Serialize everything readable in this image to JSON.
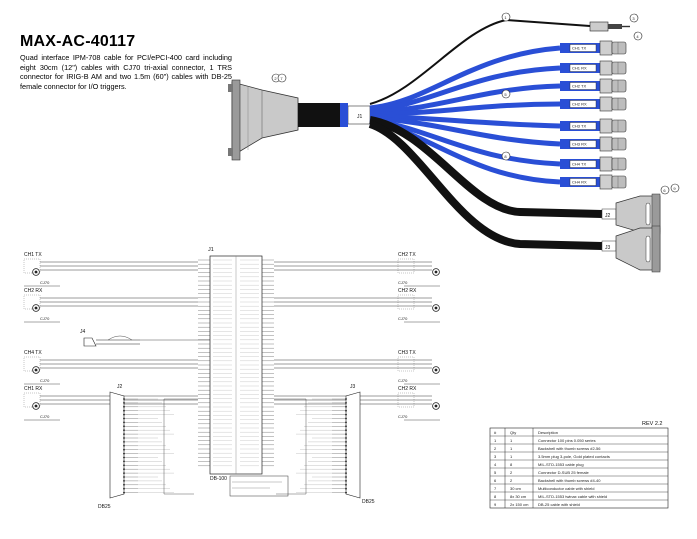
{
  "title": "MAX-AC-40117",
  "description": "Quad interface IPM-708 cable for PCI/ePCI-400 card including eight 30cm (12\") cables with CJ70 tri-axial connector, 1 TRS connector for IRIG-B AM and two 1.5m (60\") cables with DB-25 female connector for I/O triggers.",
  "cable": {
    "j1_label": "J1",
    "j2_label": "J2",
    "j3_label": "J3",
    "balloons": [
      "1",
      "2",
      "3",
      "4",
      "5",
      "6",
      "7",
      "8",
      "9"
    ],
    "channel_labels": [
      "CH1 TX",
      "CH1 RX",
      "CH2 TX",
      "CH2 RX",
      "CH3 TX",
      "CH3 RX",
      "CH4 TX",
      "CH4 RX"
    ]
  },
  "schematic": {
    "j1_label": "J1",
    "j1_part": "DB-100",
    "j2_label": "J2",
    "j3_label": "J3",
    "j4_label": "J4",
    "db25_left": "DB25",
    "db25_right": "DB25",
    "cj70_label": "CJ70",
    "groups": {
      "left_top_tx": "CH1 TX",
      "left_top_rx": "CH2 RX",
      "right_top_tx": "CH2 TX",
      "right_top_rx": "CH2 RX",
      "left_bot_tx": "CH4 TX",
      "left_bot_rx": "CH1 RX",
      "right_bot_tx": "CH3 TX",
      "right_bot_rx": "CH2 RX"
    }
  },
  "bom": {
    "rev": "REV 2.2",
    "headers": [
      "#",
      "Qty",
      "Description"
    ],
    "rows": [
      [
        "1",
        "1",
        "Connector 100 pins 0.050 series"
      ],
      [
        "2",
        "1",
        "Backshell with thumb screws #2-56"
      ],
      [
        "3",
        "1",
        "3.5mm plug 3-pole, Gold plated contacts"
      ],
      [
        "4",
        "8",
        "MIL-STD-1553 cable plug"
      ],
      [
        "5",
        "2",
        "Connector D-SUB 25 female"
      ],
      [
        "6",
        "2",
        "Backshell with thumb screws #4-40"
      ],
      [
        "7",
        "30 cm",
        "Multiconductor cable with shield"
      ],
      [
        "8",
        "8x 30 cm",
        "MIL-STD-1553 twinax cable with shield"
      ],
      [
        "9",
        "2x 150 cm",
        "DB-25 cable with shield"
      ]
    ]
  },
  "colors": {
    "blue_cable": "#2a4fd6",
    "black_cable": "#111111",
    "connector_gray": "#c8c8c8"
  }
}
